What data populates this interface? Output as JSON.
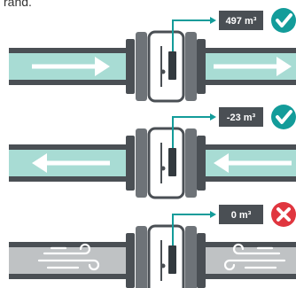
{
  "top_text": "rand.",
  "colors": {
    "pipe_dark": "#4a4f54",
    "pipe_gray": "#6e7378",
    "fluid_teal": "#a8dcd4",
    "fluid_gray": "#bfc2c4",
    "accent_teal": "#139c9a",
    "error_red": "#e0363f"
  },
  "meters": [
    {
      "reading": "497 m³",
      "flow": "forward",
      "status": "ok",
      "flow_icon": "arrow-right-icon",
      "status_icon": "check-icon"
    },
    {
      "reading": "-23 m³",
      "flow": "reverse",
      "status": "ok",
      "flow_icon": "arrow-left-icon",
      "status_icon": "check-icon"
    },
    {
      "reading": "0 m³",
      "flow": "air",
      "status": "error",
      "flow_icon": "wind-icon",
      "status_icon": "cross-icon"
    }
  ]
}
